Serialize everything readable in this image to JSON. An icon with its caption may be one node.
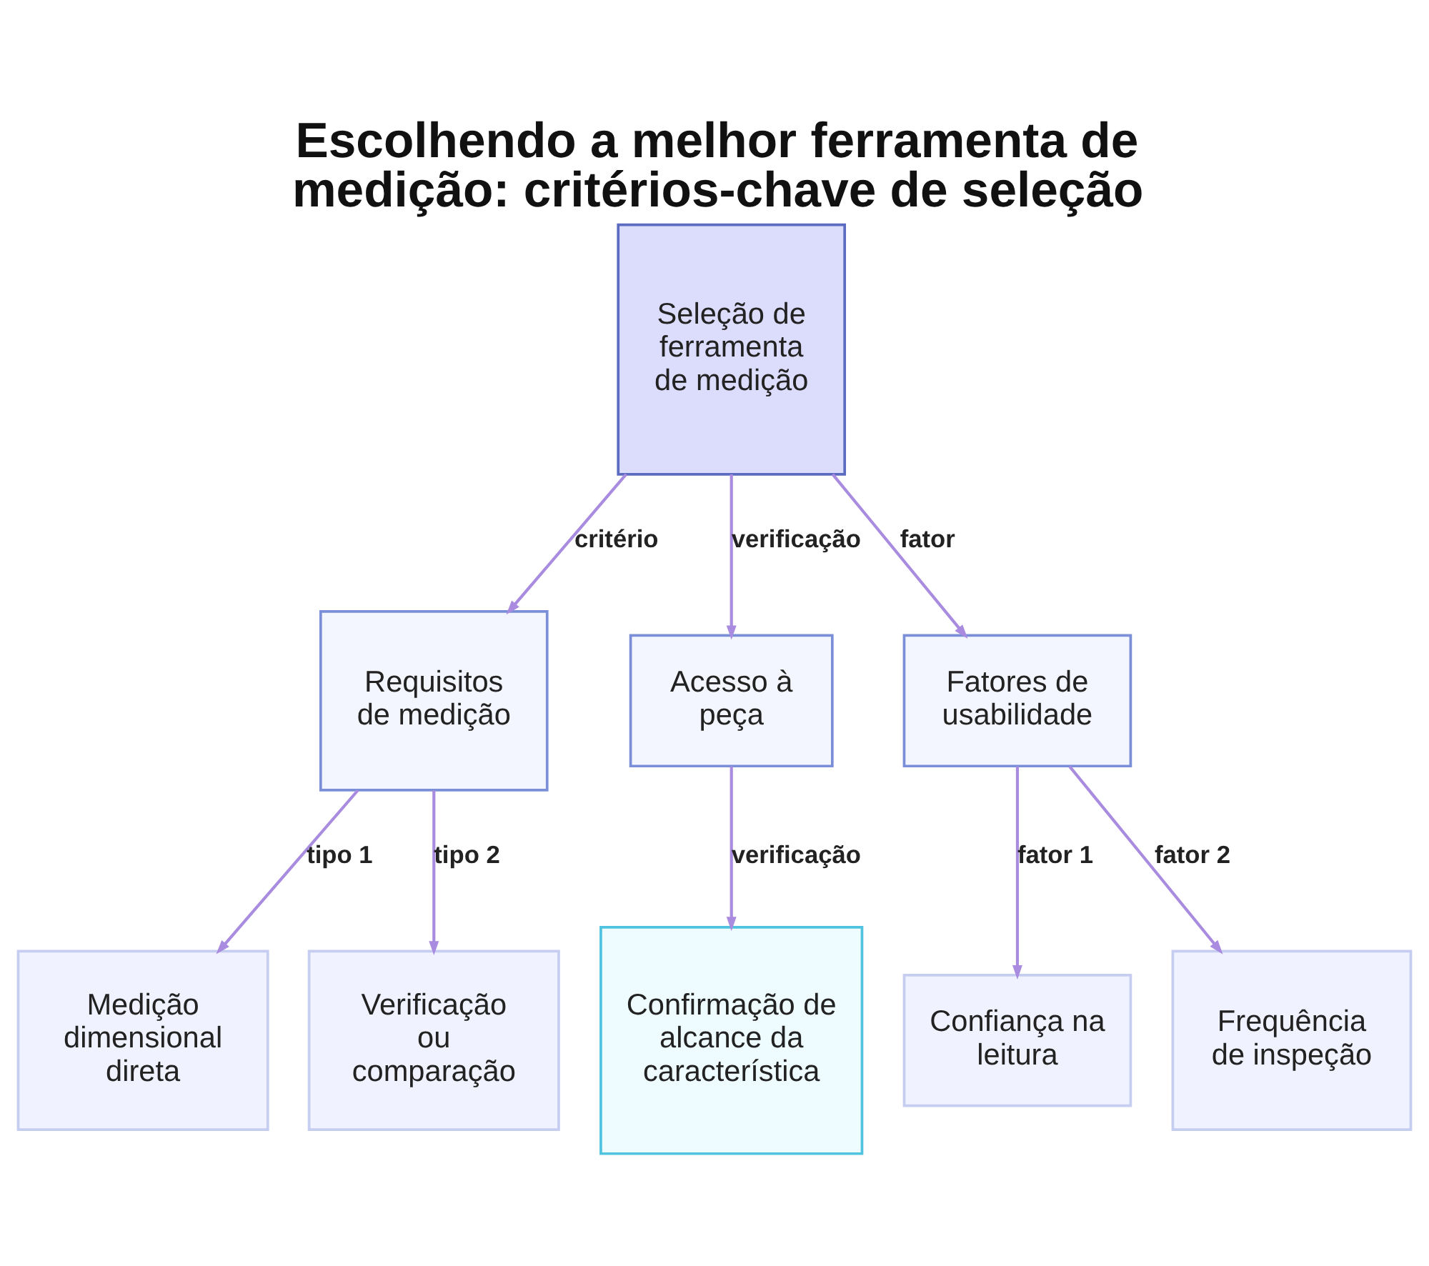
{
  "diagram": {
    "title": "Escolhendo a melhor ferramenta de medição: critérios-chave de seleção",
    "nodes": [
      {
        "text": [
          "Seleção de ferramenta de medição"
        ]
      },
      {
        "text": [
          "Requisitos de medição"
        ]
      },
      {
        "text": [
          "Acesso à peça"
        ]
      },
      {
        "text": [
          "Fatores de usabilidade"
        ]
      },
      {
        "text": [
          "Medição dimensional direta"
        ]
      },
      {
        "text": [
          "Verificação ou comparação"
        ]
      },
      {
        "text": [
          "Confirmação de alcance da característica"
        ]
      },
      {
        "text": [
          "Confiança na leitura"
        ]
      },
      {
        "text": [
          "Frequência de inspeção"
        ]
      }
    ],
    "edges": [
      {
        "from": 0,
        "to": 1,
        "arrow": "to",
        "label": "critério"
      },
      {
        "from": 0,
        "to": 2,
        "arrow": "to",
        "label": "verificação"
      },
      {
        "from": 0,
        "to": 3,
        "arrow": "to",
        "label": "fator"
      },
      {
        "from": 1,
        "to": 4,
        "arrow": "to",
        "label": "tipo 1"
      },
      {
        "from": 1,
        "to": 5,
        "arrow": "to",
        "label": "tipo 2"
      },
      {
        "from": 2,
        "to": 6,
        "arrow": "to",
        "label": "verificação"
      },
      {
        "from": 3,
        "to": 7,
        "arrow": "to",
        "label": "fator 1"
      },
      {
        "from": 3,
        "to": 8,
        "arrow": "to",
        "label": "fator 2"
      }
    ]
  }
}
